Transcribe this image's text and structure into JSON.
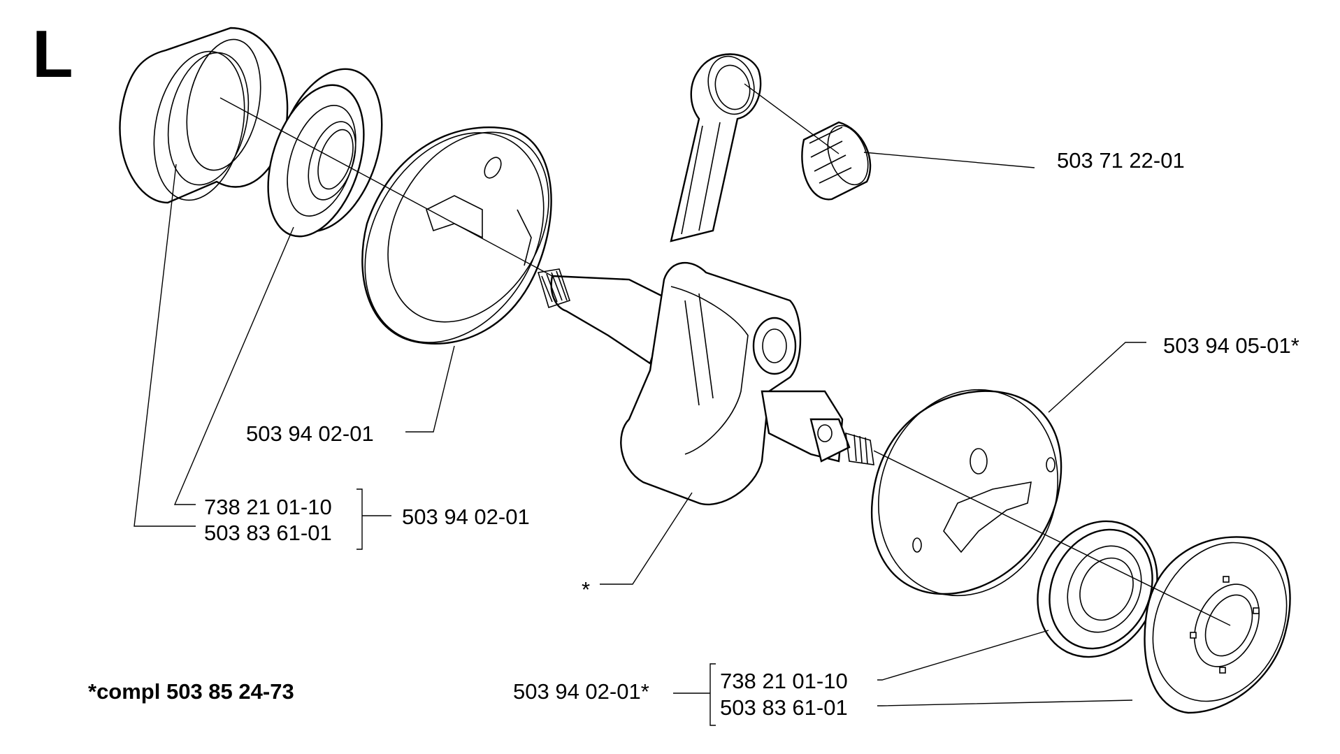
{
  "section_letter": "L",
  "footnote": "*compl 503 85 24-73",
  "parts": {
    "needle_bearing": "503 71 22-01",
    "flywheel_half_right": "503 94 05-01*",
    "flywheel_half_left": "503 94 02-01",
    "bearing_left": "738 21 01-10",
    "seal_left": "503 83 61-01",
    "kit_left": "503 94 02-01",
    "crankshaft_marker": "*",
    "kit_right": "503 94 02-01*",
    "bearing_right": "738 21 01-10",
    "seal_right": "503 83 61-01"
  }
}
